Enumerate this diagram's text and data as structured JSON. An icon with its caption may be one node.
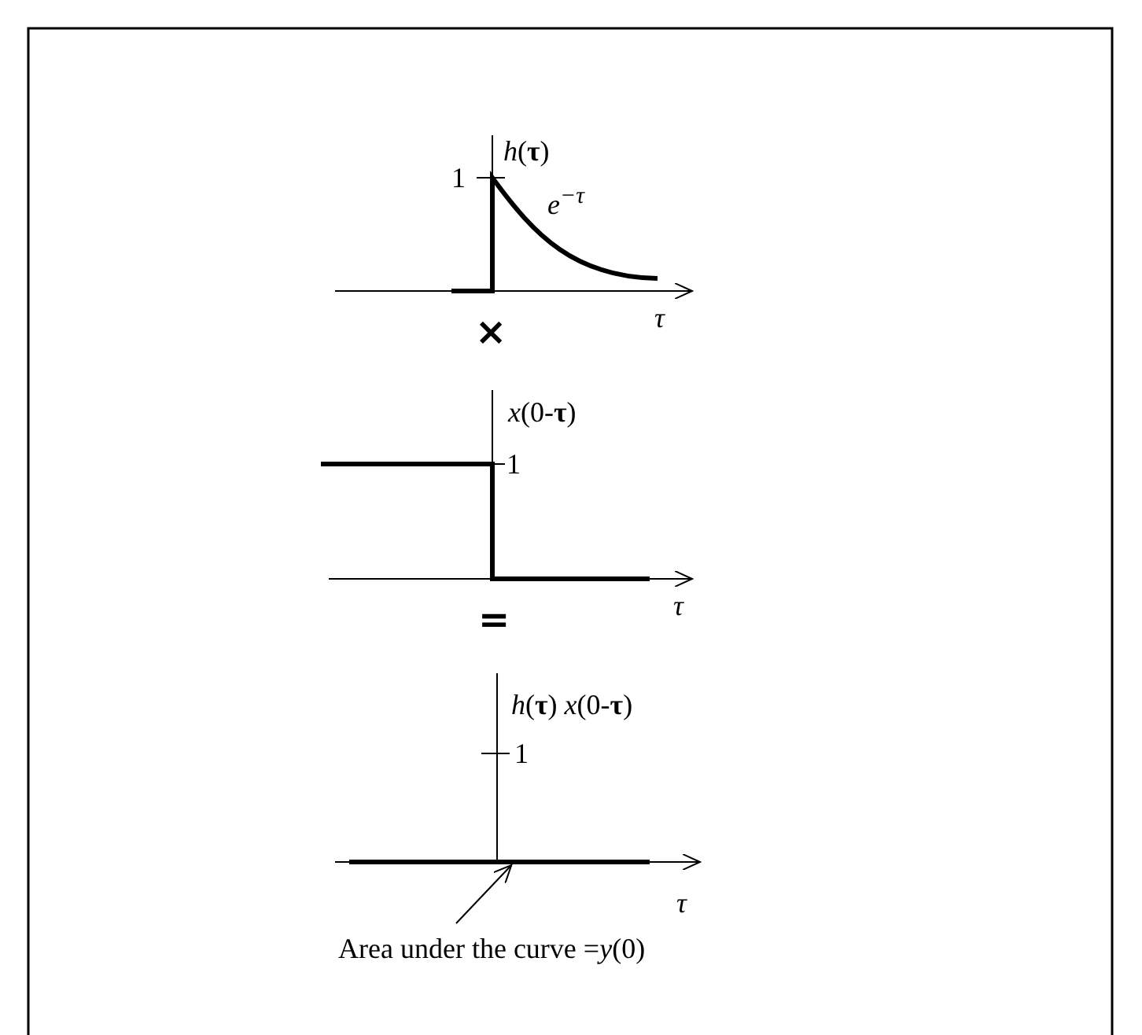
{
  "diagram": {
    "nodes": [
      {
        "text": [
          "Area under the curve =*y*(0)"
        ]
      },
      {
        "text": [],
        "shape": "line"
      }
    ],
    "edges": [
      {
        "from": 0,
        "to": 1,
        "arrow": "to"
      }
    ],
    "labels": [
      "*h*(**τ**)",
      "1",
      "*e*$^{−τ}$",
      "τ",
      "×",
      "*x*(0-**τ**)",
      "1",
      "τ",
      "=",
      "*h*(**τ**) *x*(0-**τ**)",
      "1",
      "τ"
    ]
  }
}
